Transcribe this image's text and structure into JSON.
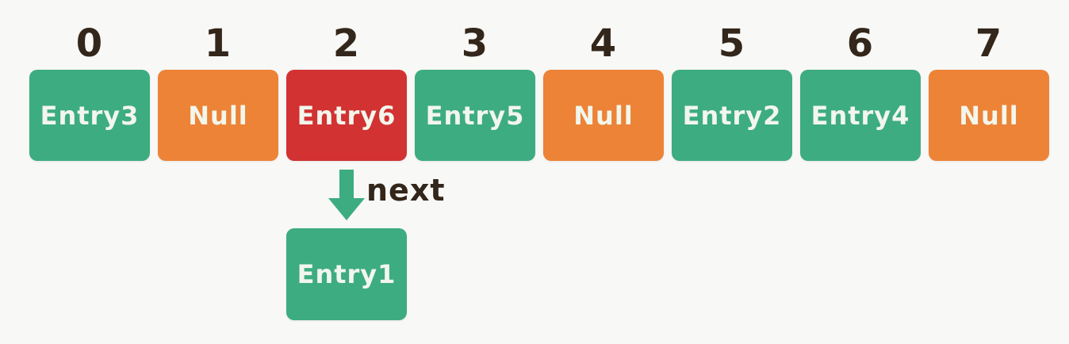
{
  "diagram": {
    "description": "hash-table-array-with-chained-entry",
    "colors": {
      "green": "#3dac81",
      "orange": "#ec8336",
      "red": "#d23232",
      "background": "#f8f8f6",
      "label_text": "#33261a",
      "box_text": "#f2f6ec"
    },
    "slots": [
      {
        "index": "0",
        "label": "Entry3",
        "type": "entry"
      },
      {
        "index": "1",
        "label": "Null",
        "type": "null"
      },
      {
        "index": "2",
        "label": "Entry6",
        "type": "highlight"
      },
      {
        "index": "3",
        "label": "Entry5",
        "type": "entry"
      },
      {
        "index": "4",
        "label": "Null",
        "type": "null"
      },
      {
        "index": "5",
        "label": "Entry2",
        "type": "entry"
      },
      {
        "index": "6",
        "label": "Entry4",
        "type": "entry"
      },
      {
        "index": "7",
        "label": "Null",
        "type": "null"
      }
    ],
    "pointer": {
      "from_index": "2",
      "label": "next",
      "target": {
        "label": "Entry1",
        "type": "entry"
      }
    }
  }
}
